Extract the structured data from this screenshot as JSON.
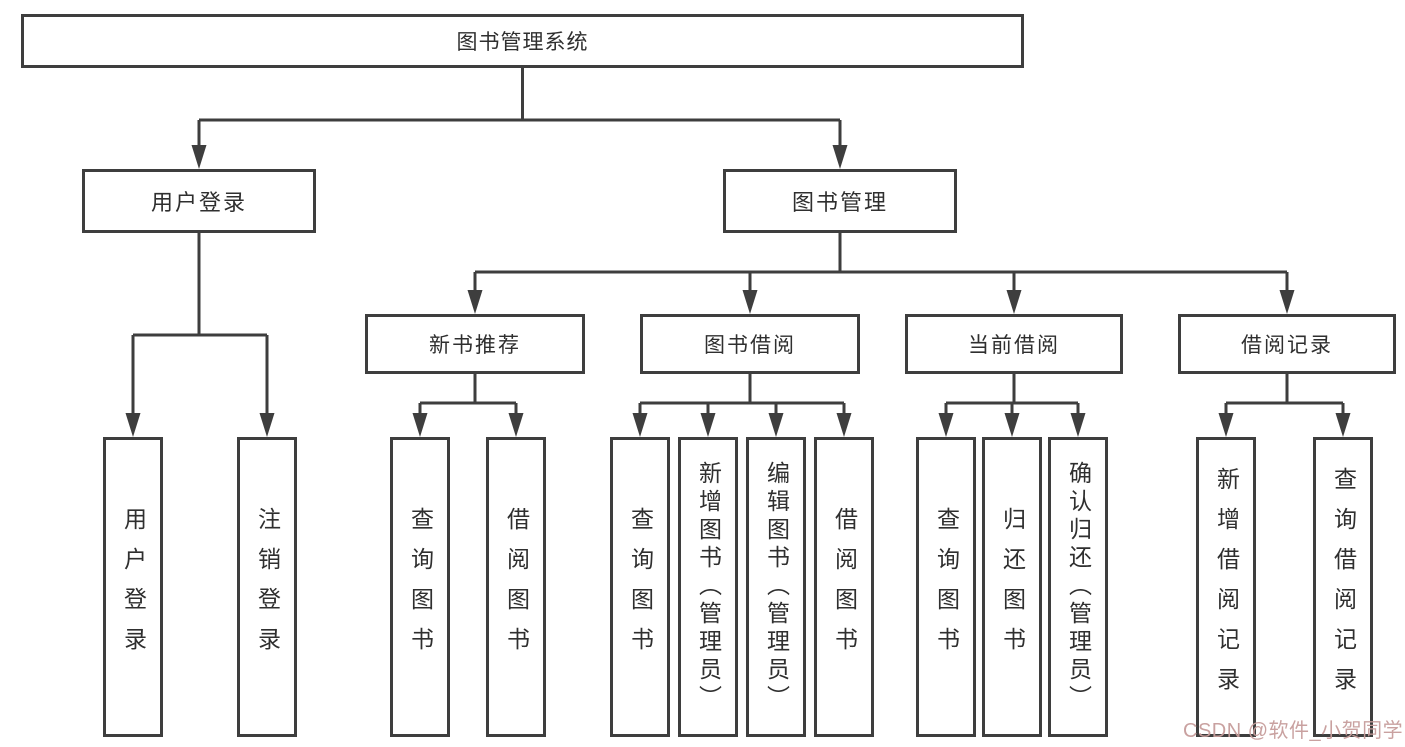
{
  "tree": {
    "root": "图书管理系统",
    "branches": [
      {
        "label": "用户登录",
        "children": [
          "用户登录",
          "注销登录"
        ]
      },
      {
        "label": "图书管理",
        "children": [
          {
            "label": "新书推荐",
            "children": [
              "查询图书",
              "借阅图书"
            ]
          },
          {
            "label": "图书借阅",
            "children": [
              "查询图书",
              "新增图书（管理员）",
              "编辑图书（管理员）",
              "借阅图书"
            ]
          },
          {
            "label": "当前借阅",
            "children": [
              "查询图书",
              "归还图书",
              "确认归还（管理员）"
            ]
          },
          {
            "label": "借阅记录",
            "children": [
              "新增借阅记录",
              "查询借阅记录"
            ]
          }
        ]
      }
    ]
  },
  "watermark": {
    "text": "CSDN @软件_小贺同学"
  },
  "colors": {
    "line": "#3e3e3e",
    "text": "#2f2f2f",
    "background": "#ffffff",
    "watermark": "#c79d9b"
  }
}
